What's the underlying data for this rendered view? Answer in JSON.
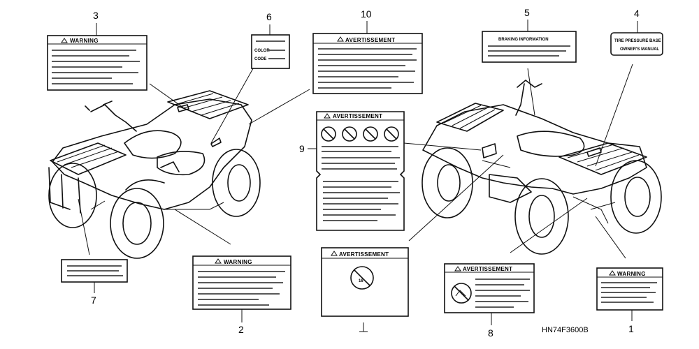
{
  "callouts": {
    "n1": "1",
    "n2": "2",
    "n3": "3",
    "n4": "4",
    "n5": "5",
    "n6": "6",
    "n7": "7",
    "n8": "8",
    "n9": "9",
    "n10": "10"
  },
  "labels": {
    "l1_title": "WARNING",
    "l2_title": "WARNING",
    "l3_title": "WARNING",
    "l4_line1": "TIRE PRESSURE BASE",
    "l4_line2": "OWNER'S MANUAL",
    "l5_title": "BRAKING INFORMATION",
    "l6_line1": "COLOR",
    "l6_line2": "CODE",
    "l8_title": "AVERTISSEMENT",
    "l9_title": "AVERTISSEMENT",
    "l10_title": "AVERTISSEMENT",
    "l11_title": "AVERTISSEMENT",
    "age_text": "16"
  },
  "diagram_code": "HN74F3600B",
  "colors": {
    "ink": "#111111",
    "background": "#ffffff"
  }
}
